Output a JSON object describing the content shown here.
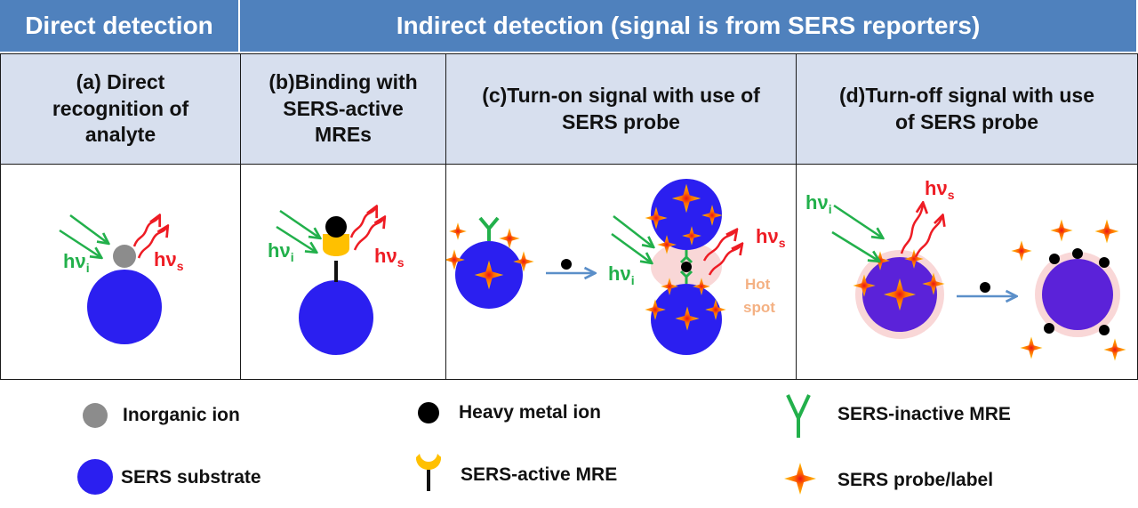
{
  "header": {
    "direct": "Direct detection",
    "indirect": "Indirect detection (signal is from SERS reporters)"
  },
  "panels": {
    "a": {
      "title": "(a) Direct\nrecognition of\nanalyte"
    },
    "b": {
      "title": "(b)Binding with\nSERS-active\nMREs"
    },
    "c": {
      "title": "(c)Turn-on signal with use of\nSERS probe",
      "hotspot_label_1": "Hot",
      "hotspot_label_2": "spot"
    },
    "d": {
      "title": "(d)Turn-off signal with use\nof SERS probe"
    }
  },
  "photon_labels": {
    "incident": "hν",
    "incident_sub": "i",
    "scattered": "hν",
    "scattered_sub": "s"
  },
  "legend": {
    "inorganic_ion": "Inorganic ion",
    "heavy_metal_ion": "Heavy metal ion",
    "sers_inactive_mre": "SERS-inactive MRE",
    "sers_substrate": "SERS substrate",
    "sers_active_mre": "SERS-active MRE",
    "sers_probe_label": "SERS probe/label"
  },
  "colors": {
    "header_bg": "#4f81bd",
    "subheader_bg": "#d7dfee",
    "substrate_blue": "#2b1ff0",
    "substrate_purple": "#5b22d9",
    "incident_green": "#22b04b",
    "scattered_red": "#ee1c24",
    "probe_orange": "#ffb000",
    "mre_yellow": "#ffc000",
    "inorganic_gray": "#8c8c8c",
    "hotspot_pink": "#f8d0d0",
    "hotspot_text": "#f4b183"
  }
}
